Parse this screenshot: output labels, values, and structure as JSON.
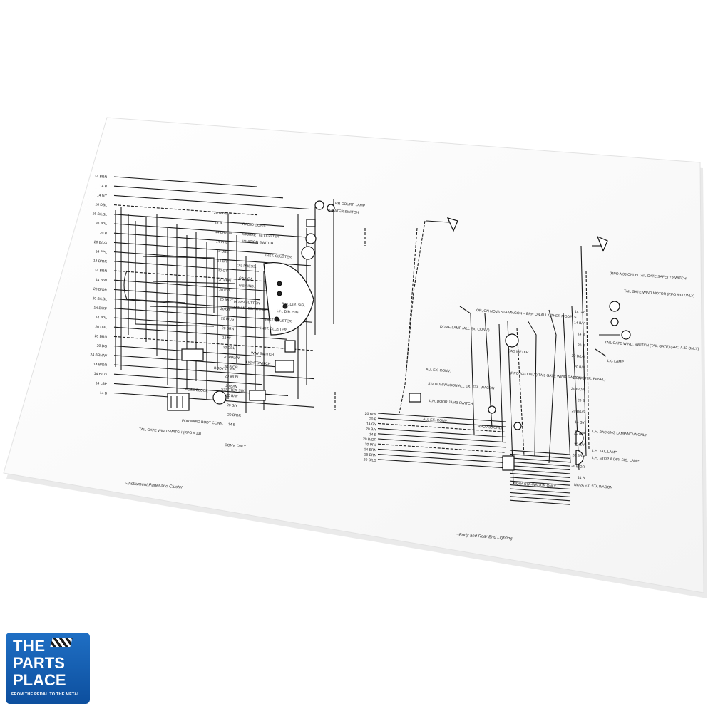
{
  "sheet": {
    "left_caption": "~Instrument Panel and Cluster",
    "right_caption": "~Body and Rear End Lighting"
  },
  "left_panel": {
    "wire_labels_left": [
      "14 BRN",
      "14 B",
      "14 GY",
      "16 DBL",
      "16 B/LBL",
      "20 PPL",
      "20 B",
      "20 B/LG",
      "14 PPL",
      "14 B/OR",
      "14 BRN",
      "14 B/W",
      "20 B/OR",
      "20 B/LBL",
      "14 B/RP",
      "14 PPL",
      "20 DBL",
      "20 BRN",
      "20 DG",
      "24 BRN/W",
      "14 B/OR",
      "14 B/LG",
      "14 LBP",
      "14 B"
    ],
    "wire_labels_mid": [
      "20 BRN/W",
      "14 B",
      "14 BRN/W",
      "14 PPL",
      "14 DBL",
      "14 B/Y",
      "20 GY",
      "20 BRN",
      "20 PPL",
      "20 B/GY",
      "20 GY",
      "20 B/LG",
      "20 BRN",
      "18 W",
      "20 DBL",
      "20 PPL/W",
      "20 B/OR",
      "20 B/LBL",
      "20 B/W",
      "20 B/W",
      "20 B/Y",
      "20 B/OR",
      "14 B"
    ],
    "component_labels": [
      "RR COURT. LAMP",
      "HEATER SWITCH",
      "RADIO CONN.",
      "CIGARETTE LIGHTER",
      "IGNITION SWITCH",
      "INST. CLUSTER",
      "OIL PRESS.",
      "GAS GA.",
      "GEN IND.",
      "HORN BUTTON",
      "HDLMP. BEAM IND.",
      "INST. CLUSTER",
      "W/W SWITCH",
      "LIGHTSWITCH",
      "BODY CONN.",
      "INST. CLUSTER",
      "L.H. DIR. SIG.",
      "R.H. DIR. SIG.",
      "FUSE BLOCK",
      "FORWARD BODY CONN.",
      "TAIL GATE WIND SWITCH (RPO A 33)",
      "CONV. ONLY",
      "STARTER SW."
    ]
  },
  "right_panel": {
    "wire_labels_left": [
      "20 B/W",
      "20 B",
      "14 GY",
      "20 B/Y",
      "14 B",
      "20 B/OR",
      "20 PPL",
      "14 BRN",
      "18 BRN",
      "20 B/LG"
    ],
    "wire_labels_right": [
      "14 GY",
      "14 B/Y",
      "14 B",
      "20 B",
      "20 B/LG",
      "20 B/P",
      "20 PPL",
      "20 B/OR",
      "20 B",
      "20 B/LG",
      "14 GY",
      "20 B/P",
      "20 B/Y",
      "20 BRN",
      "20 B/OR",
      "14 B"
    ],
    "component_labels": [
      "DOME LAMP (ALL EX. CONV.)",
      "OR, ON NOVA STA-WAGON = BRN ON ALL OTHER MODELS",
      "GAS METER",
      "ALL EX. CONV.",
      "STATION WAGON ALL EX. STA. WAGON",
      "L.H. DOOR JAMB SWITCH",
      "ALL EX. CONV.",
      "(RPO A33 ONLY) TAIL GATE WIND SWITCH (QTR. PANEL)",
      "RPO A33 ONLY",
      "(RPO A 33 ONLY) TAIL GATE SAFETY SWITCH",
      "TAIL GATE WIND MOTOR (RPO A33 ONLY)",
      "TAIL GATE WIND. SWITCH (TAIL GATE) (RPO A 33 ONLY)",
      "LIC LAMP",
      "L.H. BACKING LAMP/NOVA ONLY",
      "L.H. TAIL LAMP",
      "L.H. STOP & DIR. SIG. LAMP",
      "NOVA STA-WAGON ONLY",
      "NOVA EX. STA WAGON"
    ]
  },
  "logo": {
    "line1": "THE",
    "line2": "PARTS",
    "line3": "PLACE",
    "tagline": "FROM THE PEDAL TO THE METAL",
    "color": "#1565c0"
  }
}
